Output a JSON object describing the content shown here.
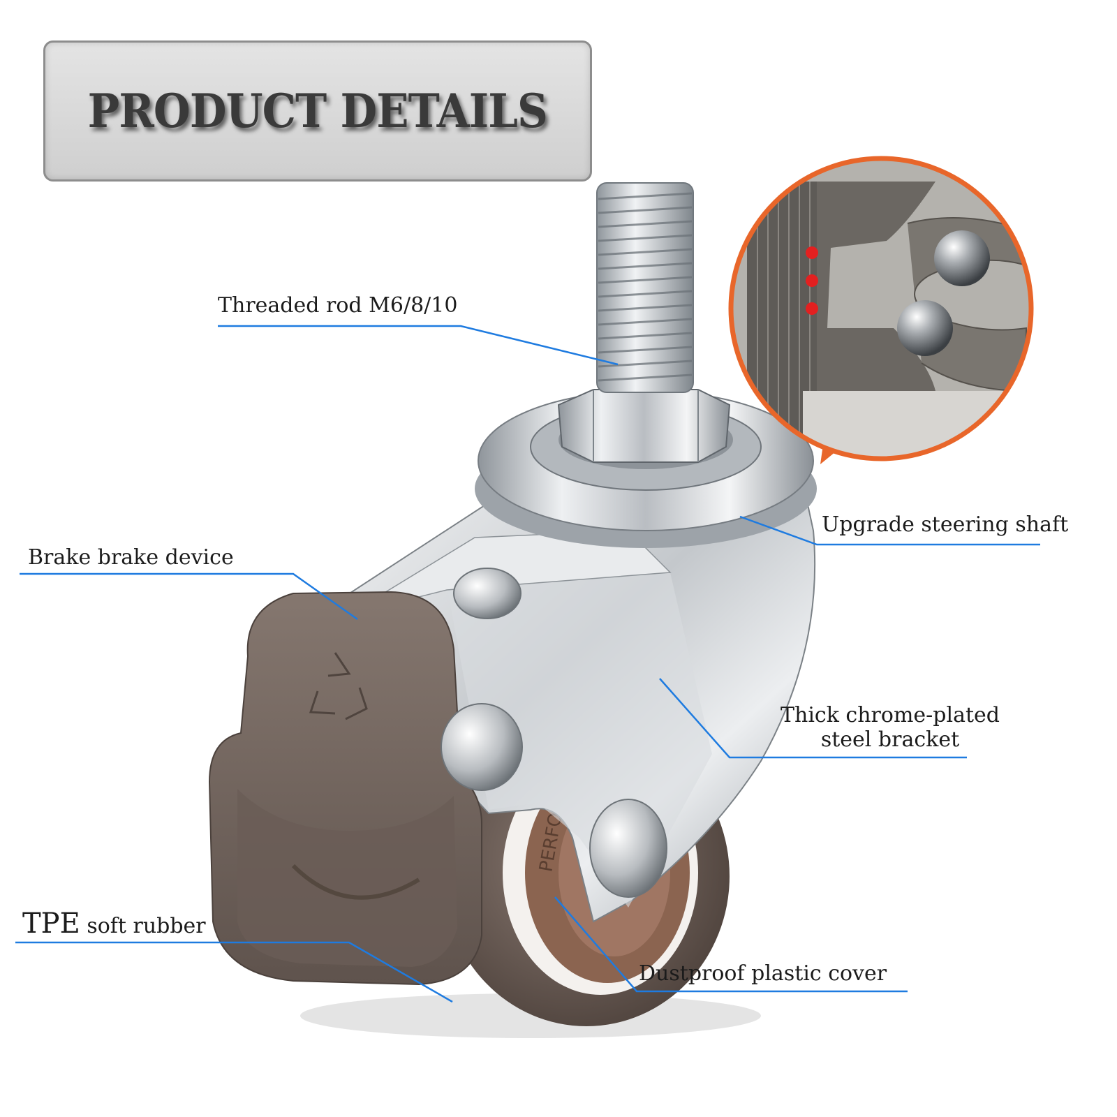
{
  "header": {
    "title": "PRODUCT DETAILS"
  },
  "callouts": {
    "threaded_rod": "Threaded rod M6/8/10",
    "steering_shaft": "Upgrade steering shaft",
    "brake": "Brake brake device",
    "bracket_line1": "Thick chrome-plated",
    "bracket_line2": "steel bracket",
    "tpe_prefix": "TPE",
    "tpe_suffix": " soft rubber",
    "dust_cover": "Dustproof plastic cover"
  },
  "colors": {
    "leader_line": "#1e7be0",
    "zoom_border": "#e8662a",
    "bearing_marker": "#e32020",
    "wheel_tire": "#6e5d55",
    "brake_pedal": "#766860",
    "chrome": "#c9ccd0"
  }
}
